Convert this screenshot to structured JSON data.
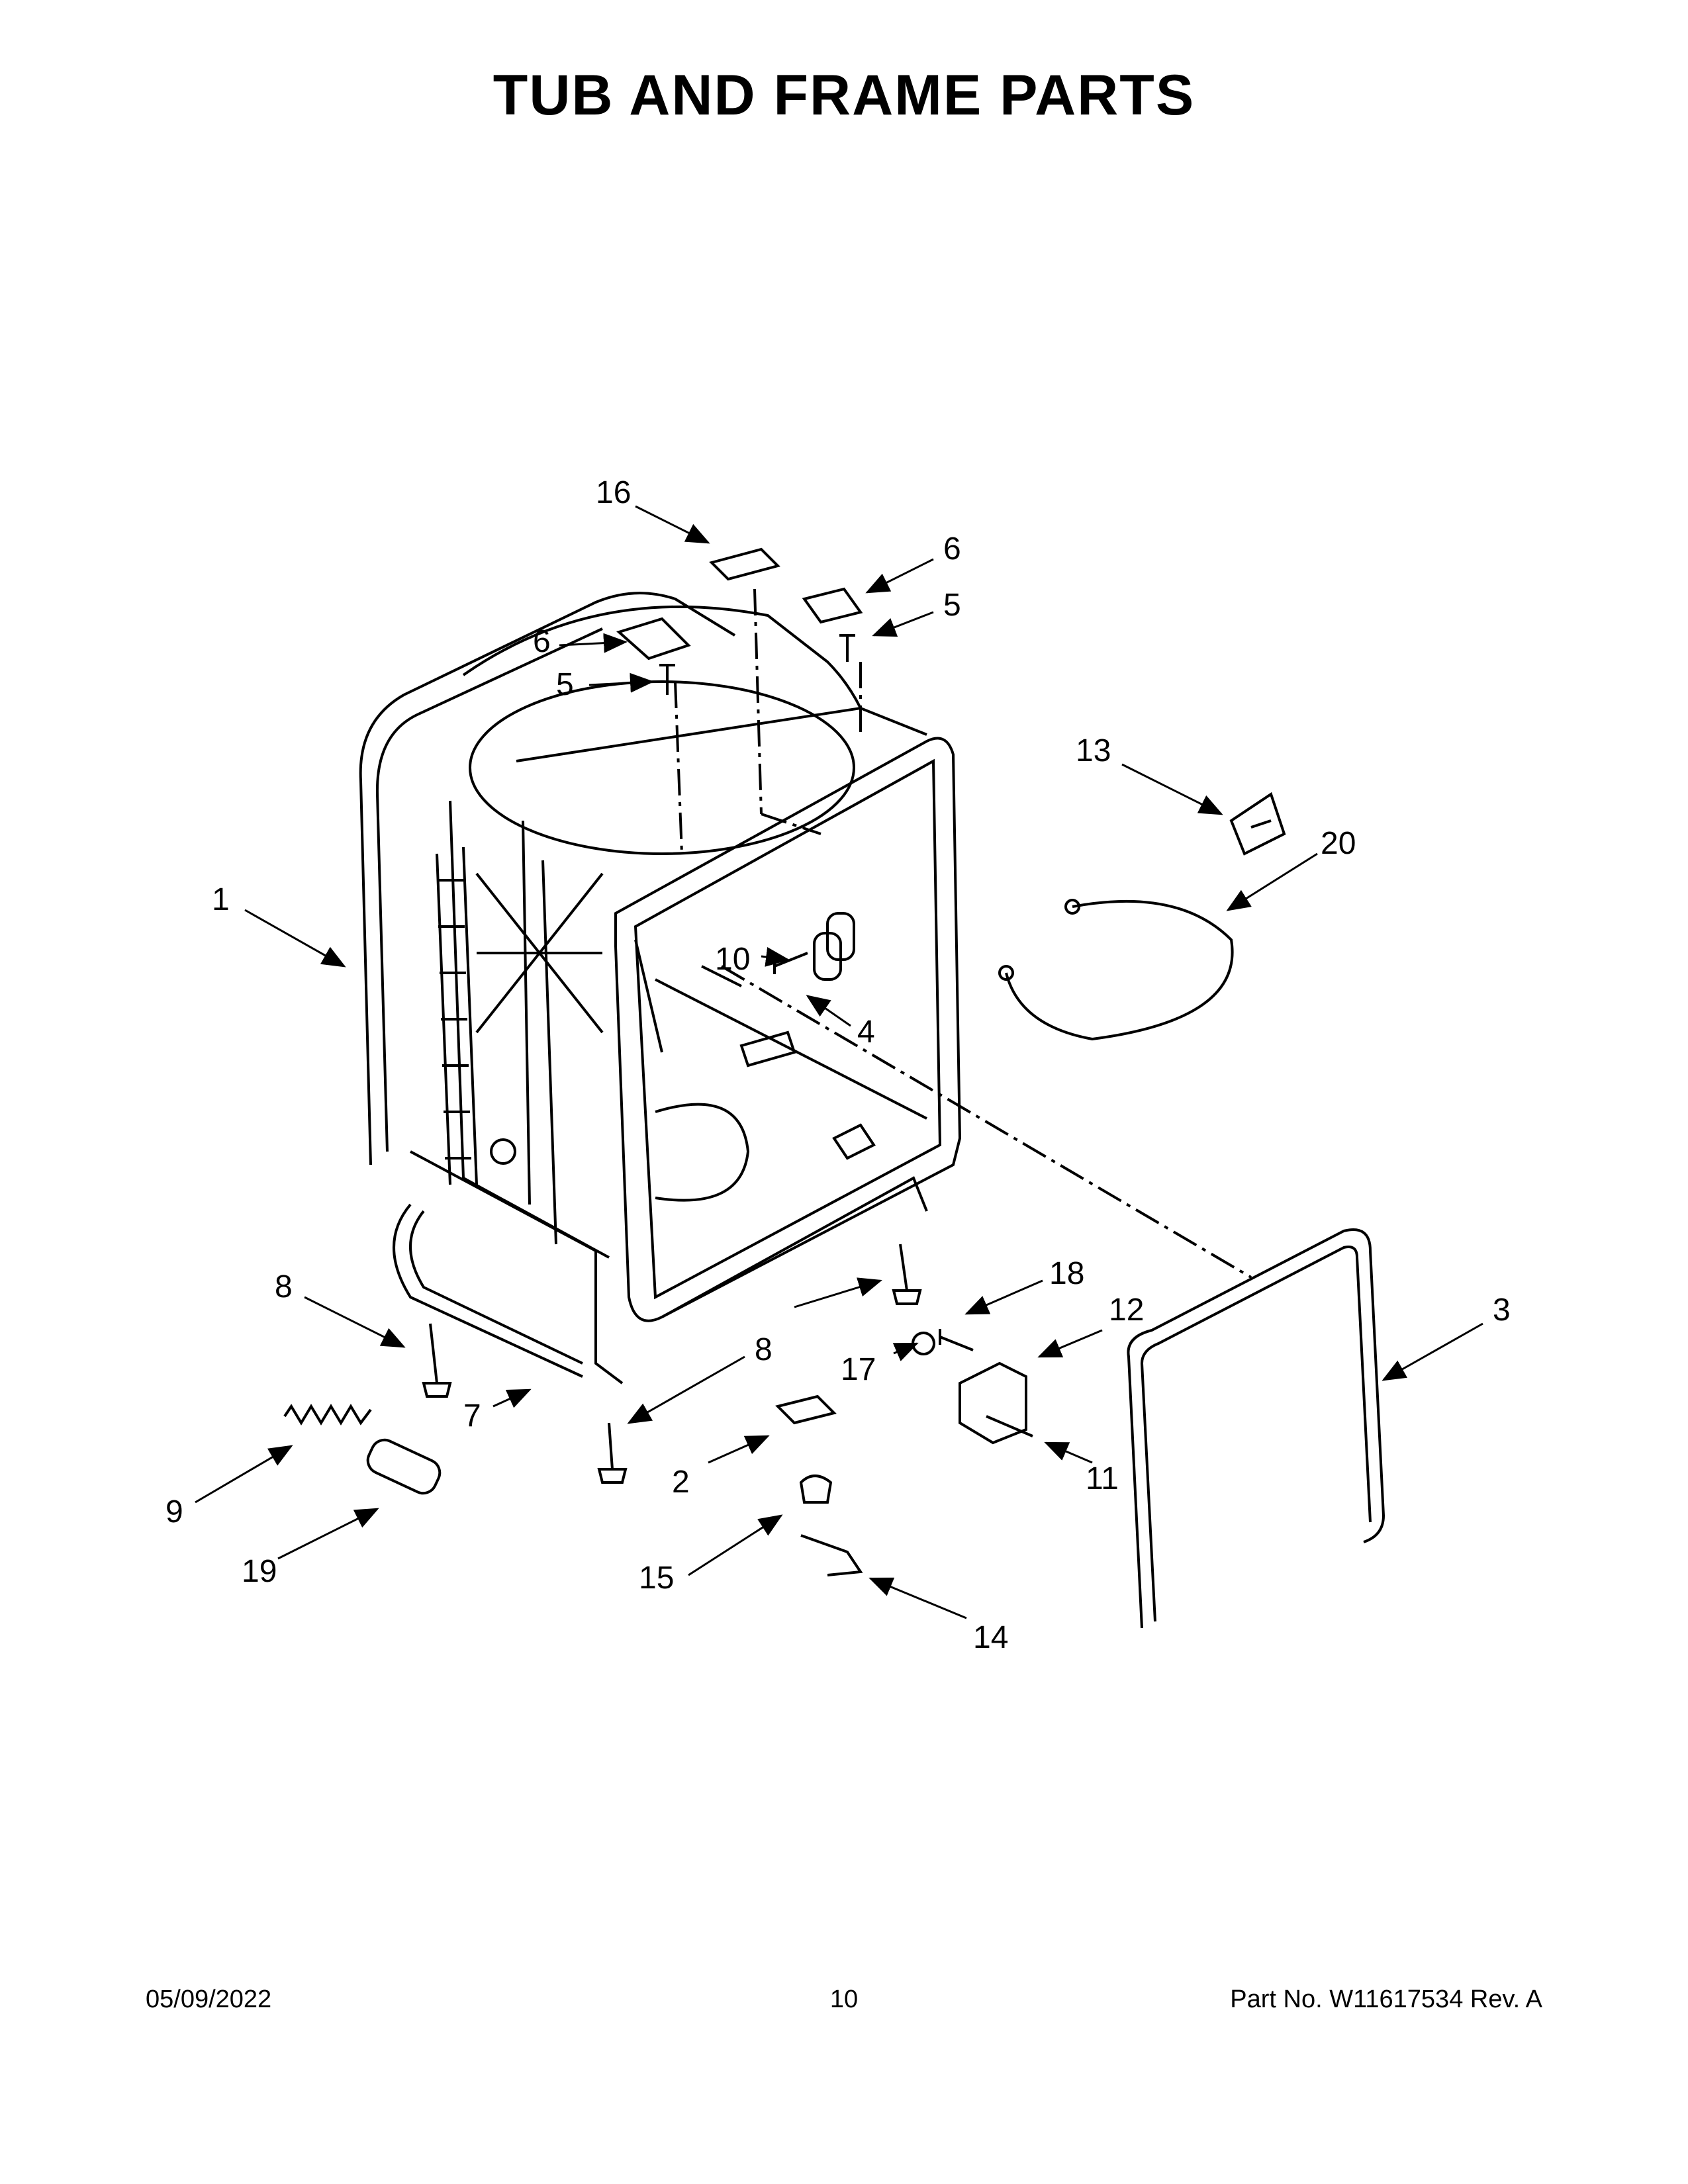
{
  "title": "TUB AND FRAME PARTS",
  "callouts": [
    "16",
    "6",
    "5",
    "6",
    "5",
    "13",
    "20",
    "1",
    "10",
    "4",
    "8",
    "18",
    "12",
    "3",
    "17",
    "7",
    "8",
    "2",
    "11",
    "9",
    "19",
    "15",
    "14"
  ],
  "footer": {
    "date": "05/09/2022",
    "page": "10",
    "part_no": "Part No.  W11617534  Rev.  A"
  }
}
